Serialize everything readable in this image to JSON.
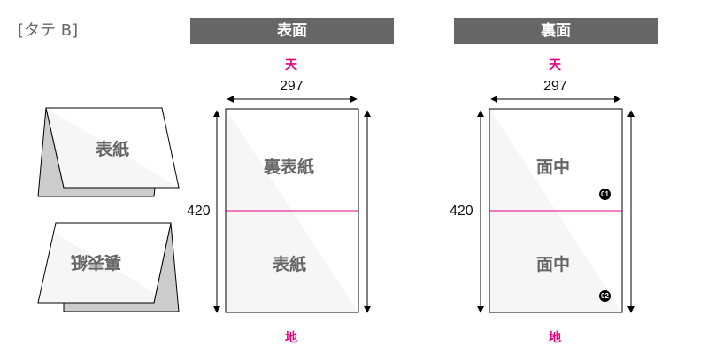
{
  "title": "[タテ B]",
  "front": {
    "header": "表面",
    "top": "天",
    "bottom": "地",
    "width": "297",
    "height": "420",
    "upper_label": "裏表紙",
    "lower_label": "表紙"
  },
  "back": {
    "header": "裏面",
    "top": "天",
    "bottom": "地",
    "width": "297",
    "height": "420",
    "upper_label": "中面",
    "lower_label": "中面",
    "upper_badge": "01",
    "lower_badge": "02"
  },
  "tents": {
    "first_label": "表紙",
    "second_label": "裏表紙"
  },
  "colors": {
    "header": "#666666",
    "accent": "#e4007f",
    "fold": "#cccccc"
  }
}
